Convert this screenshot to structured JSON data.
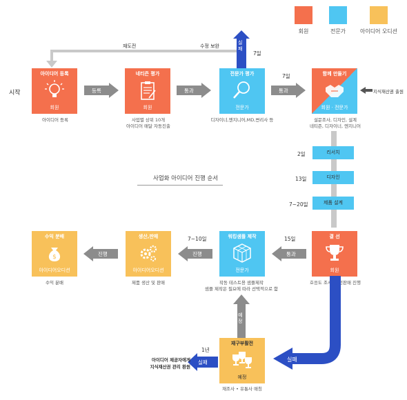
{
  "legend": [
    {
      "label": "회원",
      "color": "#f4704d"
    },
    {
      "label": "전문가",
      "color": "#4fc6f2"
    },
    {
      "label": "아이디어 오디션",
      "color": "#f8c15a"
    }
  ],
  "start_label": "시작",
  "loop": {
    "retry_label": "재도전",
    "revise_label": "수정 보완",
    "fail_label": "실패",
    "days": "7일"
  },
  "steps": {
    "idea_register": {
      "title": "아이디어 등록",
      "role": "회원",
      "caption": "아이디어 등록"
    },
    "netizen_eval": {
      "title": "네티즌 평가",
      "role": "회원",
      "caption_line1": "사업별 상위 10개",
      "caption_line2": "아이디어 매달 자동진출"
    },
    "expert_eval": {
      "title": "전문가 평가",
      "role": "전문가",
      "caption": "디자이너,엔지니어,MD,변리사 등"
    },
    "make_together": {
      "title": "함께 만들기",
      "role": "회원 · 전문가",
      "caption_line1": "설문조사, 디자인, 설계",
      "caption_line2": "네티즌, 디자이너, 엔지니어"
    },
    "decision": {
      "title": "결 선",
      "role": "회원",
      "caption": "호응도 조사, 사전판매 진행"
    },
    "prototype": {
      "title": "워킹샘플 제작",
      "role": "전문가",
      "caption_line1": "작동 테스트용 샘플제작",
      "caption_line2": "샘플 제작은 필요에 따라 선택적으로 함"
    },
    "production": {
      "title": "생산,판매",
      "role": "아이디어오디션",
      "caption": "제품 생산 및 판매"
    },
    "profit": {
      "title": "수익 분배",
      "role": "아이디어오디션",
      "caption": "수익 분배"
    },
    "rechallenge": {
      "title": "재구부활전",
      "role": "예정",
      "caption": "재조사 • 유통사 매칭"
    }
  },
  "arrows": {
    "register": "등록",
    "pass1": "통과",
    "pass2": "통과",
    "pass3": "통과",
    "proceed1": "진행",
    "proceed2": "진행",
    "fail_right": "실패",
    "fail_left": "실패",
    "planned": "예정"
  },
  "days": {
    "expert_to_together": "7일",
    "research": "2일",
    "design": "13일",
    "product_design": "7~20일",
    "decision_to_proto": "15일",
    "proto_to_prod": "7~10일",
    "fail_left": "1년"
  },
  "substeps": [
    "리서치",
    "디자인",
    "제품 설계"
  ],
  "ip_label": "지식재산권 출원",
  "sequence_title": "사업화 아이디어 진행 순서",
  "final_note_line1": "아이디어 제공자에게",
  "final_note_line2": "지식재산권 관리 환원"
}
